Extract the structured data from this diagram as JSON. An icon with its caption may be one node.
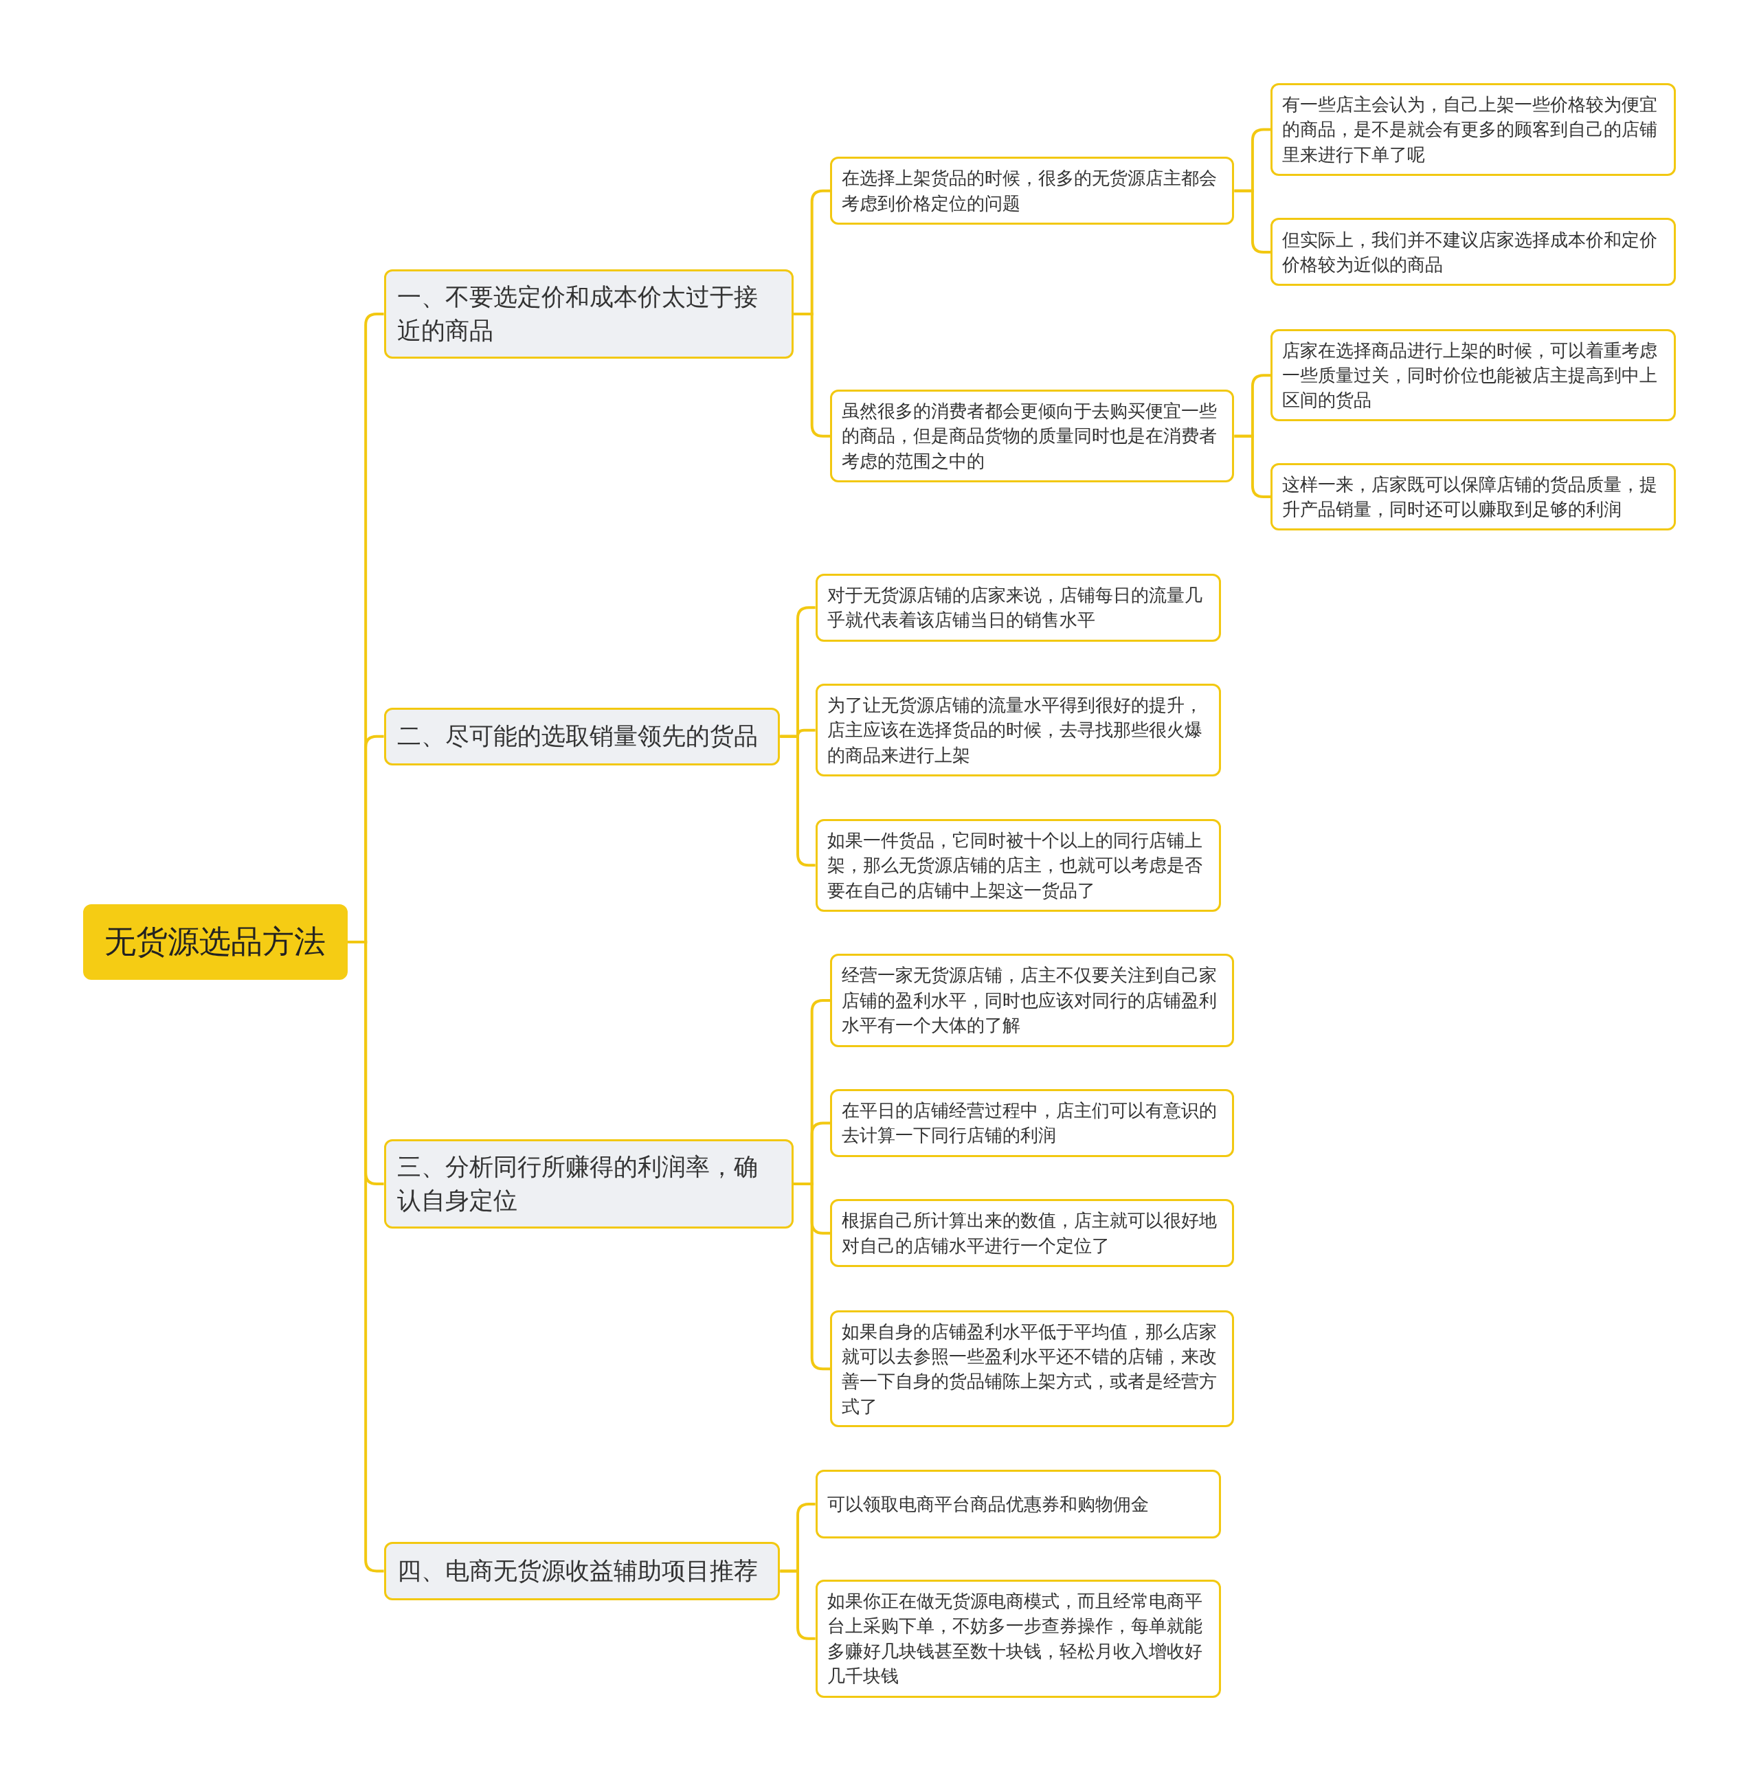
{
  "diagram": {
    "nodes": [
      {
        "text": [
          "无货源选品方法"
        ]
      },
      {
        "text": [
          "一、不要选定价和成本价太过于接近的商品"
        ]
      },
      {
        "text": [
          "在选择上架货品的时候，很多的无货源店主都会考虑到价格定位的问题"
        ]
      },
      {
        "text": [
          "有一些店主会认为，自己上架一些价格较为便宜的商品，是不是就会有更多的顾客到自己的店铺里来进行下单了呢"
        ]
      },
      {
        "text": [
          "但实际上，我们并不建议店家选择成本价和定价价格较为近似的商品"
        ]
      },
      {
        "text": [
          "虽然很多的消费者都会更倾向于去购买便宜一些的商品，但是商品货物的质量同时也是在消费者考虑的范围之中的"
        ]
      },
      {
        "text": [
          "店家在选择商品进行上架的时候，可以着重考虑一些质量过关，同时价位也能被店主提高到中上区间的货品"
        ]
      },
      {
        "text": [
          "这样一来，店家既可以保障店铺的货品质量，提升产品销量，同时还可以赚取到足够的利润"
        ]
      },
      {
        "text": [
          "二、尽可能的选取销量领先的货品"
        ]
      },
      {
        "text": [
          "对于无货源店铺的店家来说，店铺每日的流量几乎就代表着该店铺当日的销售水平"
        ]
      },
      {
        "text": [
          "为了让无货源店铺的流量水平得到很好的提升，店主应该在选择货品的时候，去寻找那些很火爆的商品来进行上架"
        ]
      },
      {
        "text": [
          "如果一件货品，它同时被十个以上的同行店铺上架，那么无货源店铺的店主，也就可以考虑是否要在自己的店铺中上架这一货品了"
        ]
      },
      {
        "text": [
          "三、分析同行所赚得的利润率，确认自身定位"
        ]
      },
      {
        "text": [
          "经营一家无货源店铺，店主不仅要关注到自己家店铺的盈利水平，同时也应该对同行的店铺盈利水平有一个大体的了解"
        ]
      },
      {
        "text": [
          "在平日的店铺经营过程中，店主们可以有意识的去计算一下同行店铺的利润"
        ]
      },
      {
        "text": [
          "根据自己所计算出来的数值，店主就可以很好地对自己的店铺水平进行一个定位了"
        ]
      },
      {
        "text": [
          "如果自身的店铺盈利水平低于平均值，那么店家就可以去参照一些盈利水平还不错的店铺，来改善一下自身的货品铺陈上架方式，或者是经营方式了"
        ]
      },
      {
        "text": [
          "四、电商无货源收益辅助项目推荐"
        ]
      },
      {
        "text": [
          "可以领取电商平台商品优惠券和购物佣金"
        ]
      },
      {
        "text": [
          "如果你正在做无货源电商模式，而且经常电商平台上采购下单，不妨多一步查券操作，每单就能多赚好几块钱甚至数十块钱，轻松月收入增收好几千块钱"
        ]
      }
    ],
    "edges": [
      {
        "from": 0,
        "to": 1,
        "arrow": "none"
      },
      {
        "from": 1,
        "to": 2,
        "arrow": "none"
      },
      {
        "from": 2,
        "to": 3,
        "arrow": "none"
      },
      {
        "from": 2,
        "to": 4,
        "arrow": "none"
      },
      {
        "from": 1,
        "to": 5,
        "arrow": "none"
      },
      {
        "from": 5,
        "to": 6,
        "arrow": "none"
      },
      {
        "from": 5,
        "to": 7,
        "arrow": "none"
      },
      {
        "from": 0,
        "to": 8,
        "arrow": "none"
      },
      {
        "from": 8,
        "to": 9,
        "arrow": "none"
      },
      {
        "from": 8,
        "to": 10,
        "arrow": "none"
      },
      {
        "from": 8,
        "to": 11,
        "arrow": "none"
      },
      {
        "from": 0,
        "to": 12,
        "arrow": "none"
      },
      {
        "from": 12,
        "to": 13,
        "arrow": "none"
      },
      {
        "from": 12,
        "to": 14,
        "arrow": "none"
      },
      {
        "from": 12,
        "to": 15,
        "arrow": "none"
      },
      {
        "from": 12,
        "to": 16,
        "arrow": "none"
      },
      {
        "from": 0,
        "to": 17,
        "arrow": "none"
      },
      {
        "from": 17,
        "to": 18,
        "arrow": "none"
      },
      {
        "from": 17,
        "to": 19,
        "arrow": "none"
      }
    ]
  }
}
